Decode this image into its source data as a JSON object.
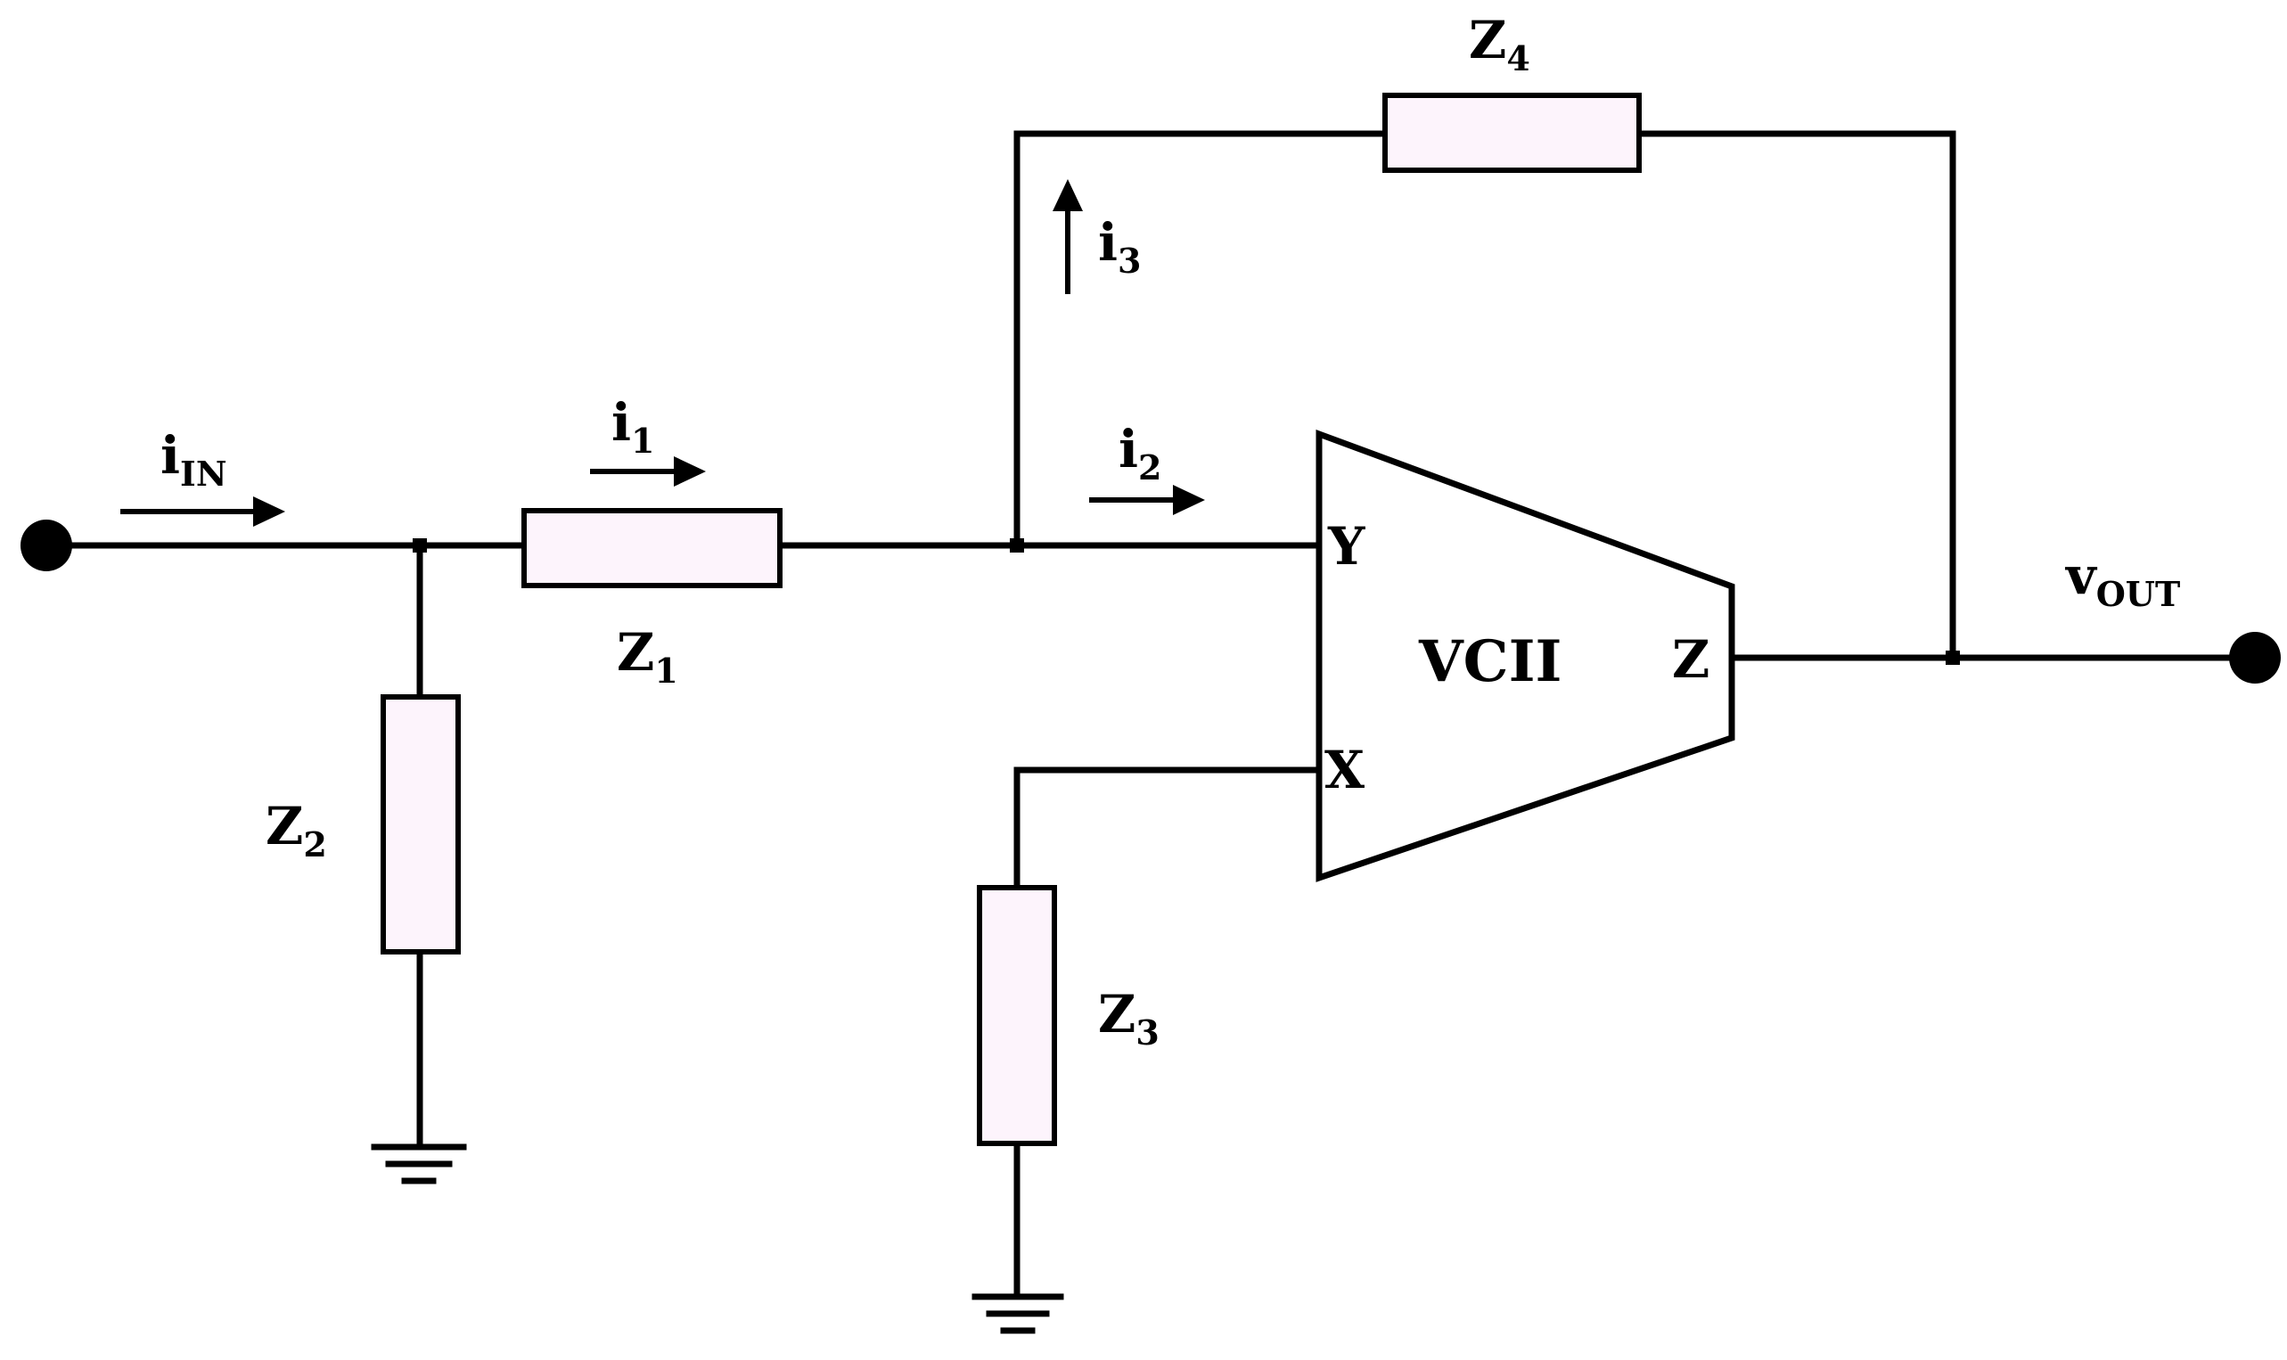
{
  "labels": {
    "i_in": {
      "main": "i",
      "sub": "IN"
    },
    "i_1": {
      "main": "i",
      "sub": "1"
    },
    "i_2": {
      "main": "i",
      "sub": "2"
    },
    "i_3": {
      "main": "i",
      "sub": "3"
    },
    "z_1": {
      "main": "Z",
      "sub": "1"
    },
    "z_2": {
      "main": "Z",
      "sub": "2"
    },
    "z_3": {
      "main": "Z",
      "sub": "3"
    },
    "z_4": {
      "main": "Z",
      "sub": "4"
    },
    "v_out": {
      "main": "v",
      "sub": "OUT"
    }
  },
  "block": {
    "name": "VCII",
    "pin_y": "Y",
    "pin_x": "X",
    "pin_z": "Z"
  },
  "colors": {
    "line": "#000000",
    "impedance_fill": "#fdf4fc",
    "background": "#ffffff"
  }
}
